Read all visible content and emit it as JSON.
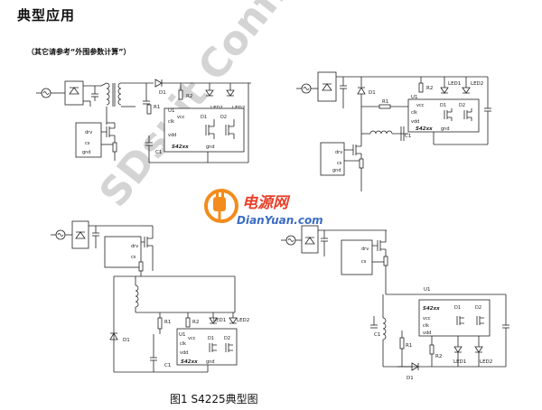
{
  "page": {
    "heading": "典型应用",
    "subheading": "（其它请参考“外围参数计算”）",
    "caption": "图1 S4225典型图"
  },
  "watermark": {
    "text": "SDsuit Confid"
  },
  "logo": {
    "cn": "电源网",
    "en": "DianYuan.com"
  },
  "colors": {
    "logo_orange": "#f28c1c",
    "logo_red": "#e8402a",
    "logo_blue": "#3b6cc4",
    "watermark": "#d4d4d4",
    "line": "#222222"
  },
  "circuit1": {
    "u1": "U1",
    "chip": "S42xx",
    "pins": {
      "clk": "clk",
      "vcc": "vcc",
      "vdd": "vdd",
      "gnd": "gnd",
      "d1": "D1",
      "d2": "D2"
    },
    "d1": "D1",
    "r1": "R1",
    "r2": "R2",
    "c1": "C1",
    "led1": "LED1",
    "led2": "LED2",
    "ctrl_pins": {
      "drv": "drv",
      "cs": "cs",
      "gnd": "gnd"
    }
  },
  "circuit2": {
    "u1": "U1",
    "chip": "S42xx",
    "pins": {
      "clk": "clk",
      "vcc": "vcc",
      "vdd": "vdd",
      "gnd": "gnd",
      "d1": "D1",
      "d2": "D2"
    },
    "d1": "D1",
    "r1": "R1",
    "r2": "R2",
    "c1": "C1",
    "led1": "LED1",
    "led2": "LED2",
    "ctrl_pins": {
      "drv": "drv",
      "cs": "cs",
      "gnd": "gnd"
    }
  },
  "circuit3": {
    "u1": "U1",
    "chip": "S42xx",
    "pins": {
      "clk": "clk",
      "vcc": "vcc",
      "vdd": "vdd",
      "gnd": "gnd",
      "d1": "D1",
      "d2": "D2"
    },
    "d1": "D1",
    "r1": "R1",
    "r2": "R2",
    "c1": "C1",
    "led1": "LED1",
    "led2": "LED2",
    "ctrl_pins": {
      "drv": "drv",
      "cs": "cs"
    }
  },
  "circuit4": {
    "u1": "U1",
    "chip": "S42xx",
    "pins": {
      "vcc": "vcc",
      "clk": "clk",
      "vdd": "vdd",
      "d1": "D1",
      "d2": "D2"
    },
    "d1": "D1",
    "r1": "R1",
    "r2": "R2",
    "c1": "C1",
    "led1": "LED1",
    "led2": "LED2",
    "ctrl_pins": {
      "drv": "drv",
      "cs": "cs"
    }
  }
}
